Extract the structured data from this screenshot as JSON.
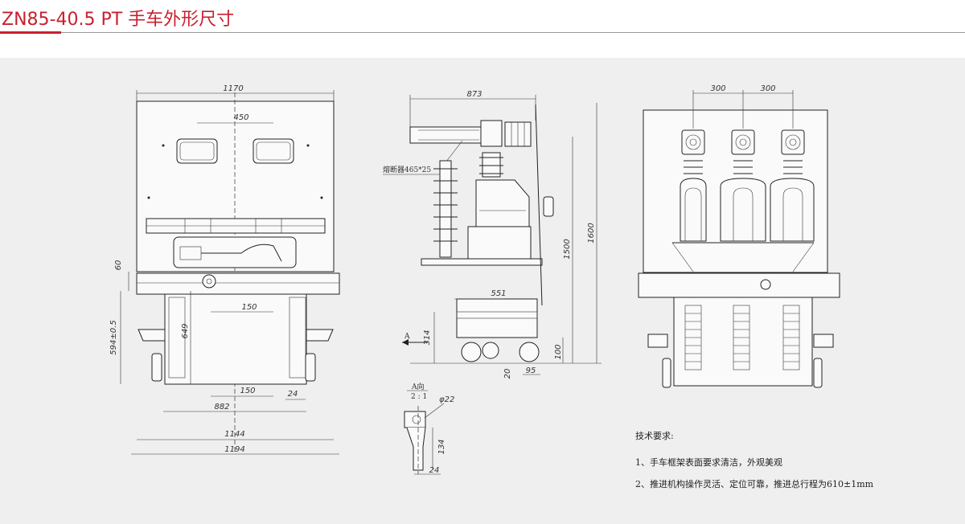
{
  "header": {
    "title": "ZN85-40.5 PT 手车外形尺寸"
  },
  "front_view": {
    "dims": {
      "width_top": "1170",
      "spacing_top": "450",
      "d60": "60",
      "d594": "594±0.5",
      "d649": "649",
      "d150_upper": "150",
      "d150_lower": "150",
      "d24": "24",
      "d882": "882",
      "d1144": "1144",
      "d1194": "1194"
    }
  },
  "side_view": {
    "dims": {
      "d873": "873",
      "fuse": "熔断器465*25",
      "d551": "551",
      "d1500": "1500",
      "d1600": "1600",
      "d314": "314",
      "d100": "100",
      "d20": "20",
      "d95": "95"
    },
    "arrow_label": "A"
  },
  "detail_view": {
    "title": "A向",
    "scale": "2 : 1",
    "d22": "φ22",
    "d134": "134",
    "d24": "24"
  },
  "rear_view": {
    "dims": {
      "d300_left": "300",
      "d300_right": "300"
    }
  },
  "notes": {
    "heading": "技术要求:",
    "items": [
      "1、手车框架表面要求清洁，外观美观",
      "2、推进机构操作灵活、定位可靠，推进总行程为610±1mm"
    ]
  }
}
